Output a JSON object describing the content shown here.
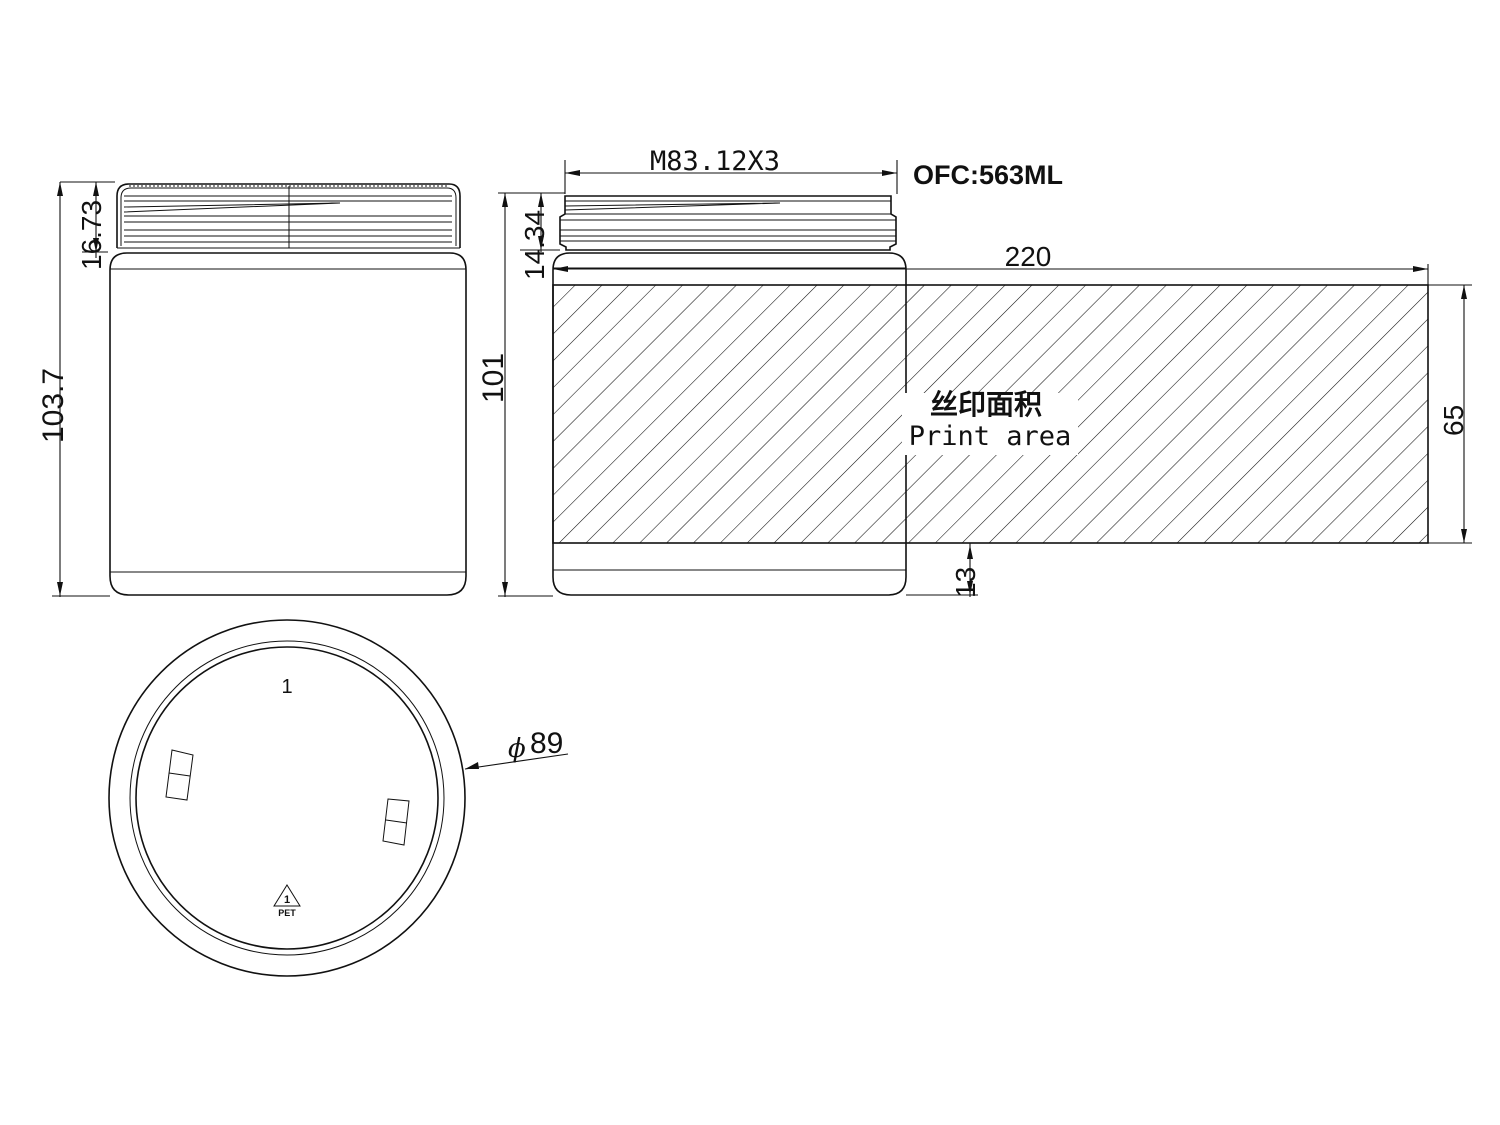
{
  "dimensions": {
    "jar_cap_height": "16.73",
    "jar_total_height": "103.7",
    "neck_height": "14.34",
    "body_height": "101",
    "thread_spec": "M83.12X3",
    "capacity": "OFC:563ML",
    "print_width": "220",
    "print_height": "65",
    "bottom_offset": "13",
    "diameter": "89",
    "diameter_symbol": "ϕ"
  },
  "print_area": {
    "label_cn": "丝印面积",
    "label_en": "Print area"
  },
  "bottom_marks": {
    "cavity_number": "1",
    "recycle_number": "1",
    "recycle_material": "PET"
  }
}
